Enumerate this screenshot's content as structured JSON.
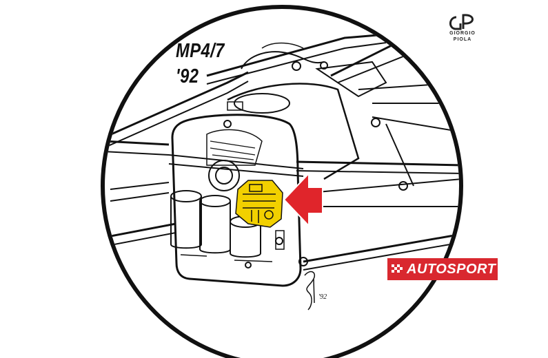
{
  "title": {
    "line1": "MP4/7",
    "line2": "'92"
  },
  "credit": {
    "name_line1": "GIORGIO",
    "name_line2": "PIOLA",
    "signature": "'92"
  },
  "badge": {
    "text": "AUTOSPORT"
  },
  "colors": {
    "ink": "#111111",
    "highlight": "#f2d000",
    "arrow": "#e0252b",
    "badge": "#d9282f",
    "background": "#ffffff"
  },
  "icons": {
    "pointer": "arrow-left-icon",
    "logo": "gp-monogram-icon",
    "flag": "checkered-flag-icon"
  }
}
